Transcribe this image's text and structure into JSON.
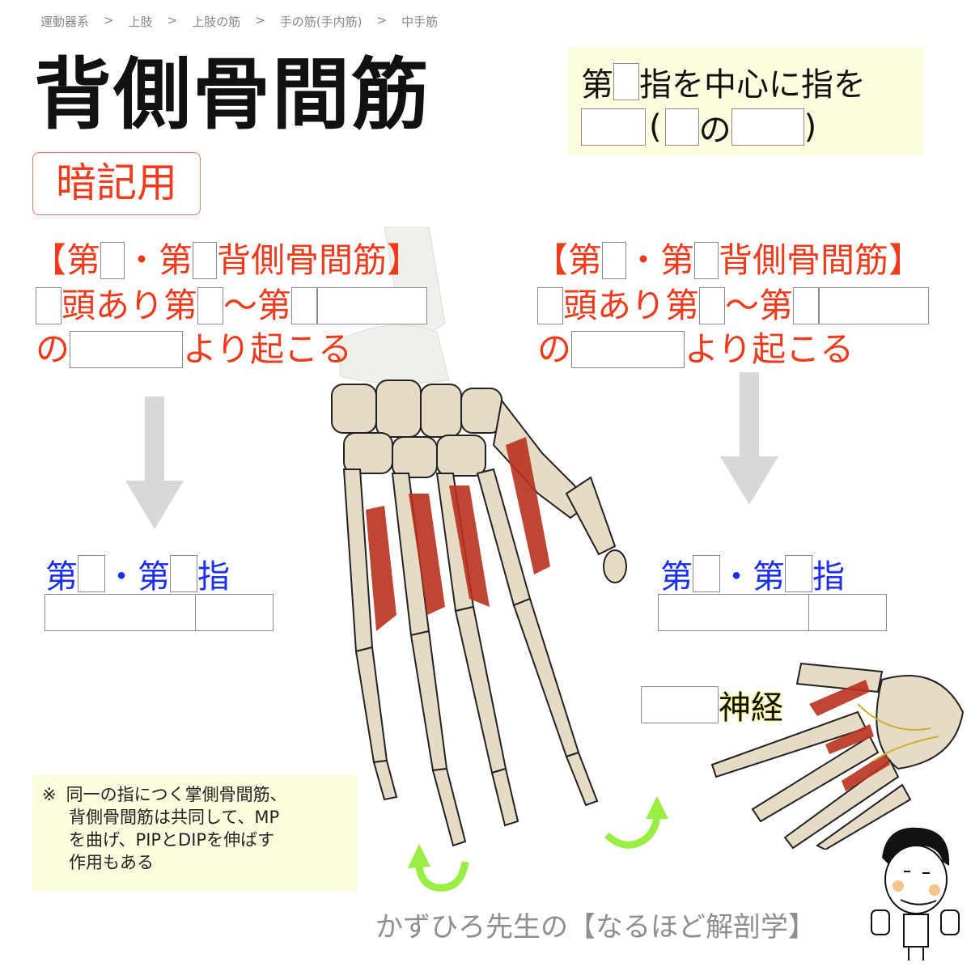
{
  "breadcrumb": {
    "items": [
      "運動器系",
      "上肢",
      "上肢の筋",
      "手の筋(手内筋)",
      "中手筋"
    ],
    "separator": ">"
  },
  "title": "背側骨間筋",
  "memo_badge": "暗記用",
  "action_box": {
    "line1_prefix": "第",
    "line1_suffix": "指を中心に指を",
    "line2_open": "(",
    "line2_mid": "の",
    "line2_close": ")",
    "background": "#fefde0"
  },
  "left_section": {
    "header_open": "【第",
    "header_dot": "・第",
    "header_name": "背側骨間筋】",
    "origin_line_heads": "頭あり第",
    "origin_line_tilde": "〜第",
    "origin_line_no": "の",
    "origin_line_end": "より起こる",
    "insertion_prefix": "第",
    "insertion_dot": "・第",
    "insertion_suffix": "指"
  },
  "right_section": {
    "header_open": "【第",
    "header_dot": "・第",
    "header_name": "背側骨間筋】",
    "origin_line_heads": "頭あり第",
    "origin_line_tilde": "〜第",
    "origin_line_no": "の",
    "origin_line_end": "より起こる",
    "insertion_prefix": "第",
    "insertion_dot": "・第",
    "insertion_suffix": "指"
  },
  "nerve_label": "神経",
  "note": {
    "mark": "※",
    "lines": [
      "同一の指につく掌側骨間筋、",
      "背側骨間筋は共同して、MP",
      "を曲げ、PIPとDIPを伸ばす",
      "作用もある"
    ]
  },
  "footer": "かずひろ先生の【なるほど解剖学】",
  "colors": {
    "red_text": "#ef3a1c",
    "blue_text": "#1a2ff0",
    "arrow_gray": "#d8d8d8",
    "green_arrow": "#99ee44",
    "note_bg": "#fefde0",
    "muscle_red": "#b8321e",
    "bone": "#e6dcc6"
  }
}
